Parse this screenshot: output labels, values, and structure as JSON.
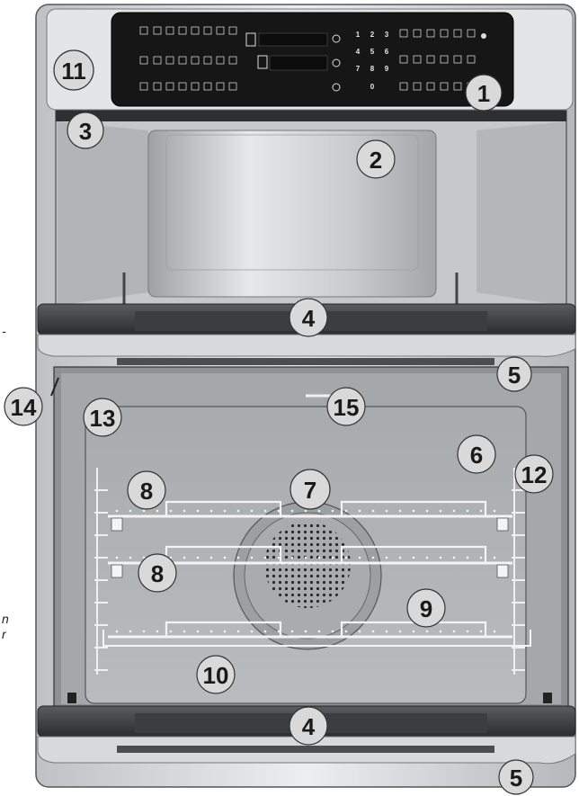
{
  "callouts": [
    {
      "id": "c11",
      "label": "11"
    },
    {
      "id": "c1",
      "label": "1"
    },
    {
      "id": "c3",
      "label": "3"
    },
    {
      "id": "c2",
      "label": "2"
    },
    {
      "id": "c4a",
      "label": "4"
    },
    {
      "id": "c5a",
      "label": "5"
    },
    {
      "id": "c14",
      "label": "14"
    },
    {
      "id": "c13",
      "label": "13"
    },
    {
      "id": "c15",
      "label": "15"
    },
    {
      "id": "c6",
      "label": "6"
    },
    {
      "id": "c12",
      "label": "12"
    },
    {
      "id": "c8a",
      "label": "8"
    },
    {
      "id": "c7",
      "label": "7"
    },
    {
      "id": "c8b",
      "label": "8"
    },
    {
      "id": "c9",
      "label": "9"
    },
    {
      "id": "c10",
      "label": "10"
    },
    {
      "id": "c4b",
      "label": "4"
    },
    {
      "id": "c5b",
      "label": "5"
    }
  ],
  "control_panel": {
    "keypad": [
      "1",
      "2",
      "3",
      "4",
      "5",
      "6",
      "7",
      "8",
      "9",
      "0"
    ]
  },
  "margin_text": {
    "top_fragment": "-",
    "lower_fragment_1": "n",
    "lower_fragment_2": "r"
  }
}
